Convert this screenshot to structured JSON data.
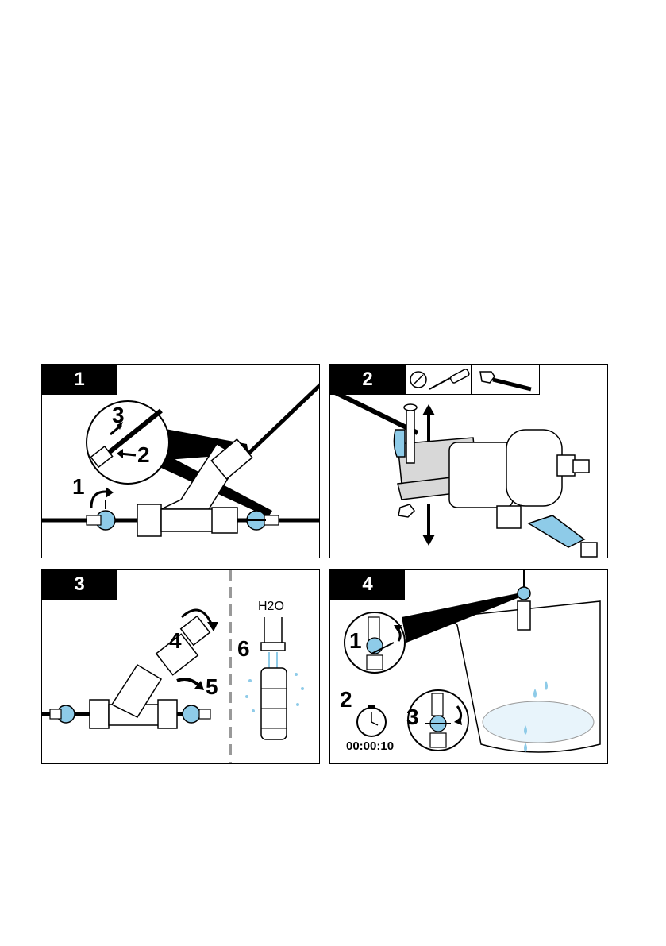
{
  "panels": [
    {
      "step": "1",
      "callouts": [
        "3",
        "2",
        "1"
      ]
    },
    {
      "step": "2",
      "tools": [
        "screwdriver-icon",
        "wrench-icon"
      ]
    },
    {
      "step": "3",
      "callouts": [
        "4",
        "5",
        "6"
      ],
      "water_label": "H2O"
    },
    {
      "step": "4",
      "callouts": [
        "1",
        "2",
        "3"
      ],
      "timer": "00:00:10"
    }
  ],
  "colors": {
    "accent_blue": "#8ecbe8",
    "stroke": "#000000",
    "tab": "#000000"
  }
}
